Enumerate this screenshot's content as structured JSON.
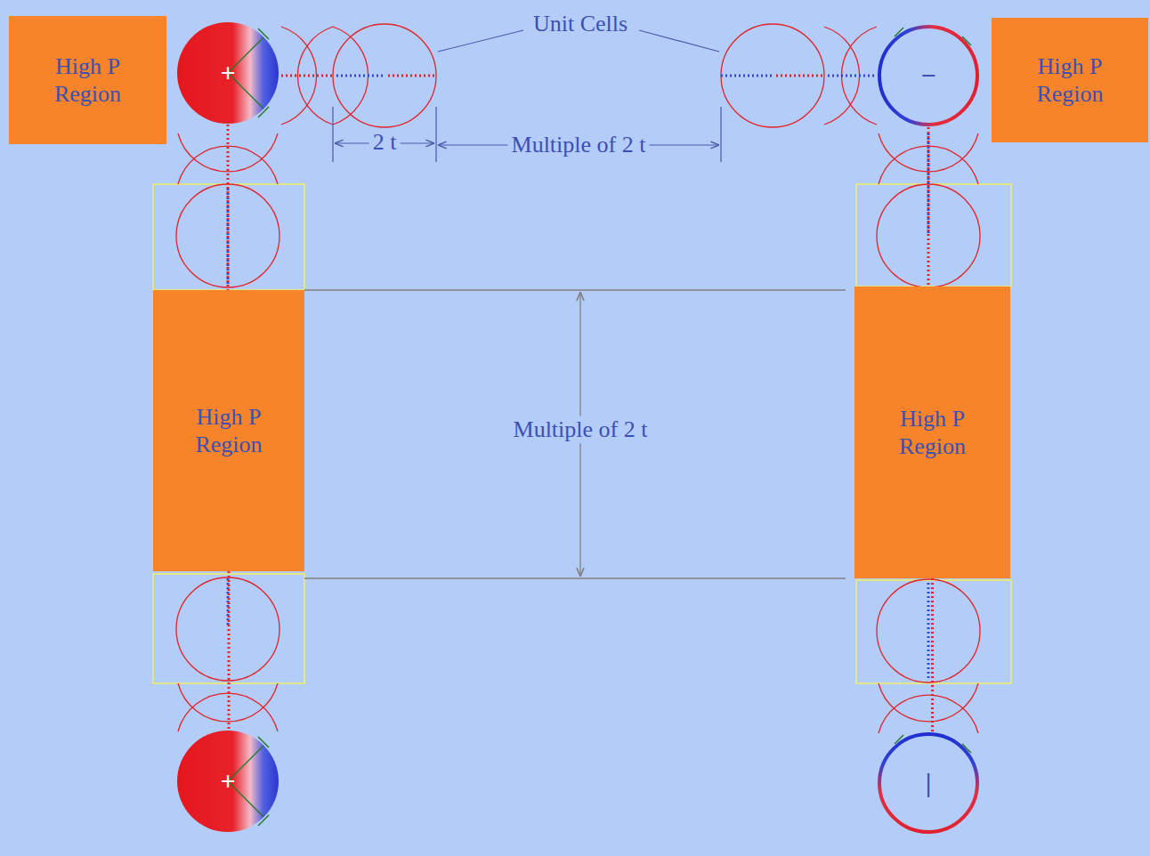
{
  "diagram": {
    "nodes": [
      {
        "text": [
          "High P Region"
        ]
      },
      {
        "text": [
          "+"
        ]
      },
      {
        "text": [
          "−"
        ]
      },
      {
        "text": [
          "High P Region"
        ]
      },
      {
        "text": [
          "High P Region"
        ]
      },
      {
        "text": [
          "High P Region"
        ]
      },
      {
        "text": [
          "+"
        ]
      },
      {
        "text": [
          "|"
        ]
      }
    ],
    "edges": [
      {
        "from": 1,
        "to": 4,
        "arrow": "none"
      },
      {
        "from": 4,
        "to": 6,
        "arrow": "none"
      },
      {
        "from": 2,
        "to": 5,
        "arrow": "none"
      },
      {
        "from": 5,
        "to": 7,
        "arrow": "none"
      }
    ],
    "labels": [
      "Unit Cells",
      "2 t",
      "Multiple of 2 t",
      "Multiple of 2 t"
    ]
  }
}
